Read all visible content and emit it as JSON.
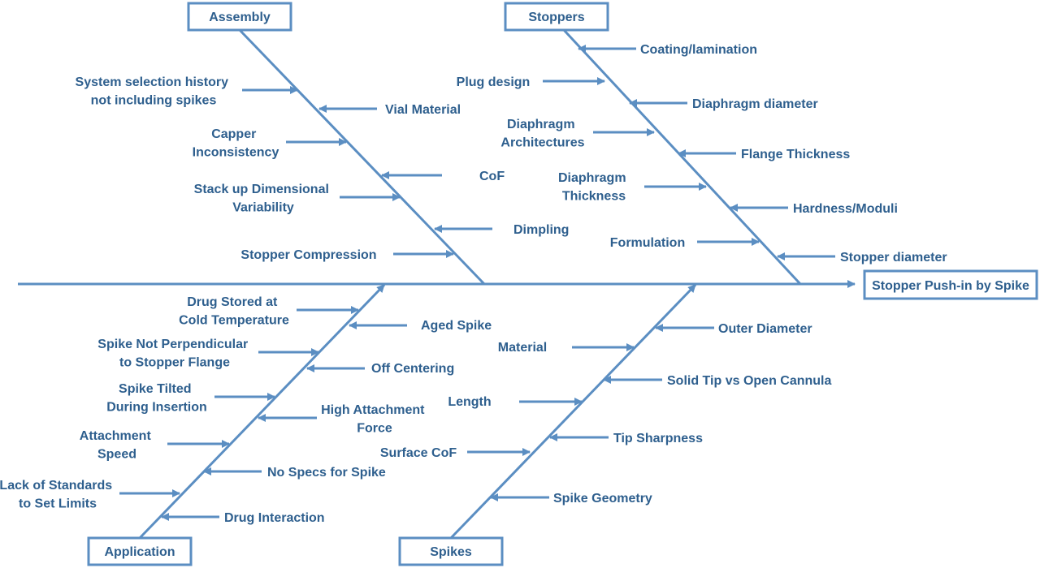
{
  "effect": "Stopper Push-in by Spike",
  "categories": {
    "assembly": "Assembly",
    "stoppers": "Stoppers",
    "application": "Application",
    "spikes": "Spikes"
  },
  "causes": {
    "assembly": {
      "system_selection": [
        "System selection history",
        "not including spikes"
      ],
      "vial_material": [
        "Vial Material"
      ],
      "capper": [
        "Capper",
        "Inconsistency"
      ],
      "cof": [
        "CoF"
      ],
      "stack_up": [
        "Stack up Dimensional",
        "Variability"
      ],
      "dimpling": [
        "Dimpling"
      ],
      "stopper_compression": [
        "Stopper Compression"
      ]
    },
    "stoppers": {
      "coating": [
        "Coating/lamination"
      ],
      "plug_design": [
        "Plug design"
      ],
      "diaphragm_diameter": [
        "Diaphragm diameter"
      ],
      "diaphragm_architectures": [
        "Diaphragm",
        "Architectures"
      ],
      "flange_thickness": [
        "Flange Thickness"
      ],
      "diaphragm_thickness": [
        "Diaphragm",
        "Thickness"
      ],
      "hardness": [
        "Hardness/Moduli"
      ],
      "formulation": [
        "Formulation"
      ],
      "stopper_diameter": [
        "Stopper diameter"
      ]
    },
    "application": {
      "drug_stored": [
        "Drug Stored at",
        "Cold Temperature"
      ],
      "aged_spike": [
        "Aged Spike"
      ],
      "not_perpendicular": [
        "Spike Not Perpendicular",
        "to Stopper Flange"
      ],
      "off_centering": [
        "Off Centering"
      ],
      "tilted": [
        "Spike Tilted",
        "During Insertion"
      ],
      "high_attachment": [
        "High Attachment",
        "Force"
      ],
      "attachment_speed": [
        "Attachment",
        "Speed"
      ],
      "no_specs": [
        "No Specs for Spike"
      ],
      "lack_standards": [
        "Lack of Standards",
        "to Set Limits"
      ],
      "drug_interaction": [
        "Drug Interaction"
      ]
    },
    "spikes": {
      "outer_diameter": [
        "Outer Diameter"
      ],
      "material": [
        "Material"
      ],
      "solid_tip": [
        "Solid Tip vs Open Cannula"
      ],
      "length": [
        "Length"
      ],
      "tip_sharpness": [
        "Tip Sharpness"
      ],
      "surface_cof": [
        "Surface CoF"
      ],
      "spike_geometry": [
        "Spike Geometry"
      ]
    }
  },
  "colors": {
    "line": "#5B8EC2",
    "text": "#2E5F8E",
    "background": "#ffffff"
  }
}
